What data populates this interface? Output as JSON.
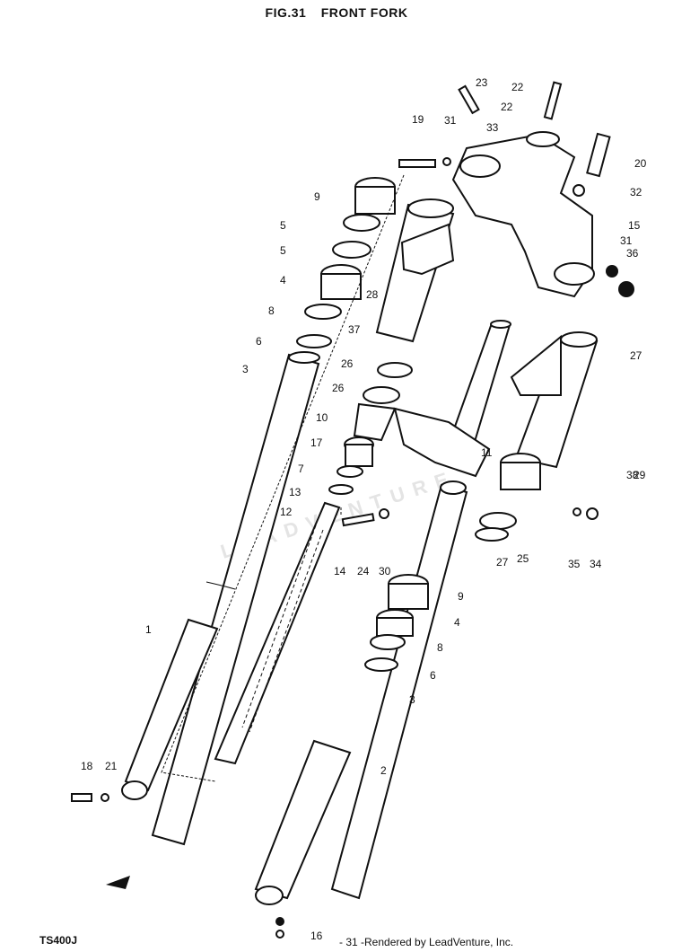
{
  "header": {
    "fig": "FIG.31",
    "title": "FRONT FORK"
  },
  "footer": {
    "model": "TS400J",
    "page_credit": "- 31 -Rendered by LeadVenture, Inc."
  },
  "watermark": "LEADVENTURE",
  "callouts": [
    "1",
    "2",
    "3",
    "3",
    "4",
    "4",
    "5",
    "5",
    "6",
    "6",
    "7",
    "8",
    "8",
    "9",
    "9",
    "10",
    "11",
    "12",
    "13",
    "14",
    "15",
    "16",
    "17",
    "18",
    "19",
    "20",
    "21",
    "22",
    "22",
    "23",
    "24",
    "25",
    "26",
    "26",
    "27",
    "27",
    "28",
    "29",
    "30",
    "31",
    "31",
    "32",
    "33",
    "34",
    "35",
    "36",
    "37",
    "38"
  ]
}
